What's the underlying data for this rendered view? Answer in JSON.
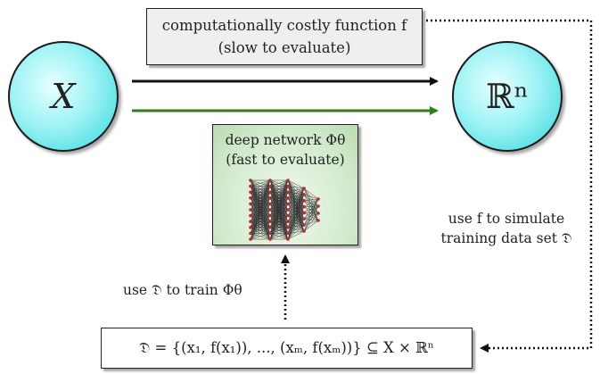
{
  "top_box": {
    "line1": "computationally costly function f",
    "line2": "(slow to evaluate)"
  },
  "left_node": {
    "label": "X"
  },
  "right_node": {
    "label": "ℝⁿ"
  },
  "network_box": {
    "line1": "deep network Φθ",
    "line2": "(fast to evaluate)"
  },
  "right_caption": {
    "line1": "use f to simulate",
    "line2": "training data set 𝔇"
  },
  "left_caption": {
    "text": "use 𝔇 to train Φθ"
  },
  "dataset_box": {
    "formula": "𝔇 = {(x₁, f(x₁)), ..., (xₘ, f(xₘ))} ⊆ X × ℝⁿ"
  },
  "colors": {
    "slow_arrow": "#111111",
    "fast_arrow": "#2e7d1f",
    "node_fill": "#6fe6ea",
    "network_fill": "#cfe8c9",
    "neuron": "#c0272d"
  }
}
